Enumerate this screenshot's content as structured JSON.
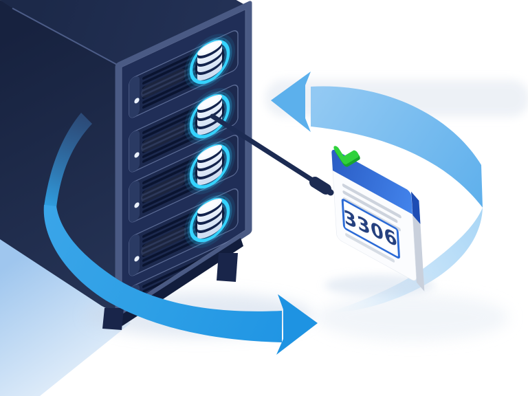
{
  "title": "Database server syncing on port 3306",
  "server": {
    "name": "database-server-tower",
    "drive_bays": 5,
    "database_icons": 4,
    "leds_per_bay": 1,
    "colors": {
      "top_face": "#1e2b4e",
      "left_face": "#182442",
      "front_face": "#202e57",
      "frame": "#4a5a84",
      "bay": "#1c294e",
      "vent_slats": "#0a1430",
      "glow_ring": "#35d3fe",
      "cylinder": "#f5faff"
    }
  },
  "sync_loop": {
    "top_arrow_direction": "left",
    "bottom_arrow_direction": "right",
    "colors": {
      "back_band": "#8ec7f2",
      "back_arrowhead": "#5cb0ec",
      "front_band": "#2d9fe6",
      "front_arrowhead": "#1e93e2"
    }
  },
  "connection": {
    "from": "database-icon-2",
    "to": "port-card",
    "cable_color": "#1c2b52"
  },
  "port_card": {
    "port_value": "3306",
    "check_icon": "green-checkmark",
    "placeholder_lines": 4,
    "colors": {
      "header": "#2f66cf",
      "box_border": "#2c6bd6",
      "port_text": "#26417f",
      "check": "#2fd23c",
      "body": "#fbfcfe"
    }
  },
  "background": {
    "page": "#ffffff",
    "bottom_left_wash": "#a3c9ef",
    "pale_band": "#e8edf4"
  }
}
